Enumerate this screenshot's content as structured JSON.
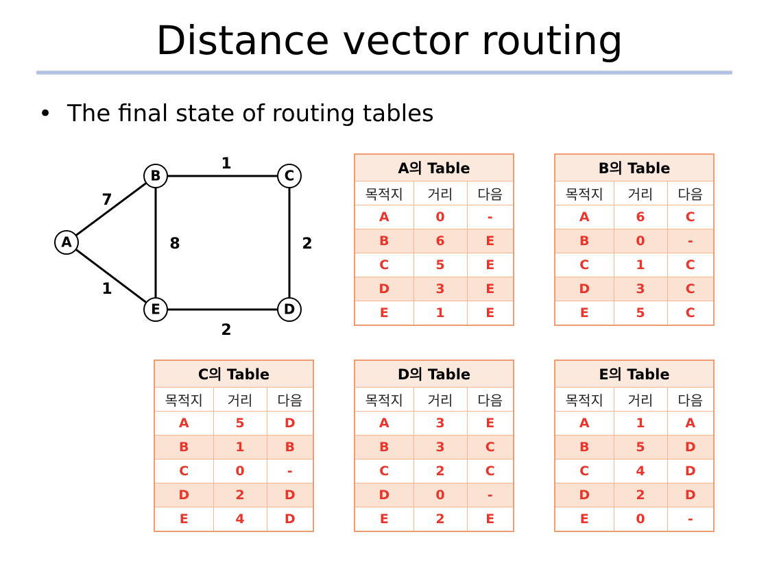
{
  "title": "Distance vector routing",
  "bullet": {
    "symbol": "•",
    "text": "The final state of routing tables"
  },
  "graph": {
    "nodes": [
      {
        "id": "A",
        "label": "A"
      },
      {
        "id": "B",
        "label": "B"
      },
      {
        "id": "C",
        "label": "C"
      },
      {
        "id": "D",
        "label": "D"
      },
      {
        "id": "E",
        "label": "E"
      }
    ],
    "edges": [
      {
        "from": "A",
        "to": "B",
        "weight": "7"
      },
      {
        "from": "B",
        "to": "C",
        "weight": "1"
      },
      {
        "from": "B",
        "to": "E",
        "weight": "8"
      },
      {
        "from": "C",
        "to": "D",
        "weight": "2"
      },
      {
        "from": "A",
        "to": "E",
        "weight": "1"
      },
      {
        "from": "E",
        "to": "D",
        "weight": "2"
      }
    ]
  },
  "table_headers": {
    "destination": "목적지",
    "distance": "거리",
    "next": "다음"
  },
  "tables": [
    {
      "title": "A의 Table",
      "rows": [
        [
          "A",
          "0",
          "-"
        ],
        [
          "B",
          "6",
          "E"
        ],
        [
          "C",
          "5",
          "E"
        ],
        [
          "D",
          "3",
          "E"
        ],
        [
          "E",
          "1",
          "E"
        ]
      ]
    },
    {
      "title": "B의 Table",
      "rows": [
        [
          "A",
          "6",
          "C"
        ],
        [
          "B",
          "0",
          "-"
        ],
        [
          "C",
          "1",
          "C"
        ],
        [
          "D",
          "3",
          "C"
        ],
        [
          "E",
          "5",
          "C"
        ]
      ]
    },
    {
      "title": "C의 Table",
      "rows": [
        [
          "A",
          "5",
          "D"
        ],
        [
          "B",
          "1",
          "B"
        ],
        [
          "C",
          "0",
          "-"
        ],
        [
          "D",
          "2",
          "D"
        ],
        [
          "E",
          "4",
          "D"
        ]
      ]
    },
    {
      "title": "D의 Table",
      "rows": [
        [
          "A",
          "3",
          "E"
        ],
        [
          "B",
          "3",
          "C"
        ],
        [
          "C",
          "2",
          "C"
        ],
        [
          "D",
          "0",
          "-"
        ],
        [
          "E",
          "2",
          "E"
        ]
      ]
    },
    {
      "title": "E의 Table",
      "rows": [
        [
          "A",
          "1",
          "A"
        ],
        [
          "B",
          "5",
          "D"
        ],
        [
          "C",
          "4",
          "D"
        ],
        [
          "D",
          "2",
          "D"
        ],
        [
          "E",
          "0",
          "-"
        ]
      ]
    }
  ],
  "colors": {
    "accent_red": "#e8362c",
    "table_border": "#ee9c72",
    "title_rule": "#a9bcdf"
  }
}
